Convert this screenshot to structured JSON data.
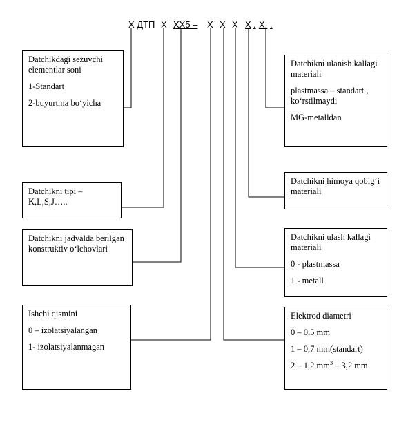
{
  "code": {
    "s1": "Х ДТП",
    "s2": "Х",
    "s3": "ХХ5 –",
    "s4": "Х",
    "s5": "Х",
    "s6": "Х",
    "s7": "Х",
    "s8": ".",
    "s9": "Х.",
    "s10": "."
  },
  "boxes": {
    "elements_count": {
      "title": "Datchikdagi sezuvchi elementlar soni",
      "opt1": "1-Standart",
      "opt2": "2-buyurtma bo‘yicha"
    },
    "sensor_type": {
      "title": "Datchikni tipi –",
      "values": "K,L,S,J….."
    },
    "dimensions": {
      "title": "Datchikni jadvalda berilgan konstruktiv o‘lchovlari"
    },
    "working_part": {
      "title": "Ishchi qismini",
      "opt0": "0 – izolatsiyalangan",
      "opt1": "1- izolatsiyalanmagan"
    },
    "head_material": {
      "title": "Datchikni ulanish kallagi materiali",
      "opt1": "plastmassa – standart , ko‘rstilmaydi",
      "opt2": "MG-metalldan"
    },
    "sheath_material": {
      "title": "Datchikni himoya qobig‘i materiali"
    },
    "connector_material": {
      "title": "Datchikni ulash kallagi materiali",
      "opt0": "0 - plastmassa",
      "opt1": "1 - metall"
    },
    "electrode": {
      "title": "Elektrod diametri",
      "opt0": "0 – 0,5 mm",
      "opt1": "1 – 0,7 mm(standart)",
      "opt2_a": "2 – 1,2 mm",
      "opt2_sup": "3",
      "opt2_b": " – 3,2 mm"
    }
  }
}
